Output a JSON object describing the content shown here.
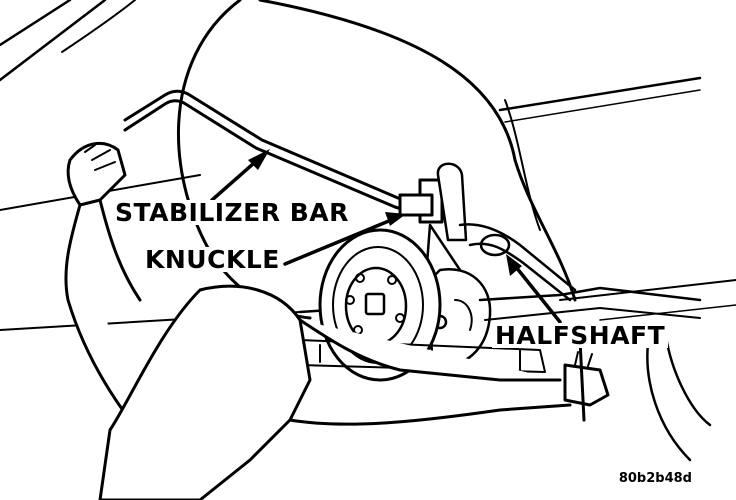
{
  "labels": {
    "stabilizer_bar": "STABILIZER BAR",
    "knuckle": "KNUCKLE",
    "halfshaft": "HALFSHAFT"
  },
  "figure_id": "80b2b48d",
  "colors": {
    "ink": "#000000",
    "paper": "#ffffff"
  }
}
